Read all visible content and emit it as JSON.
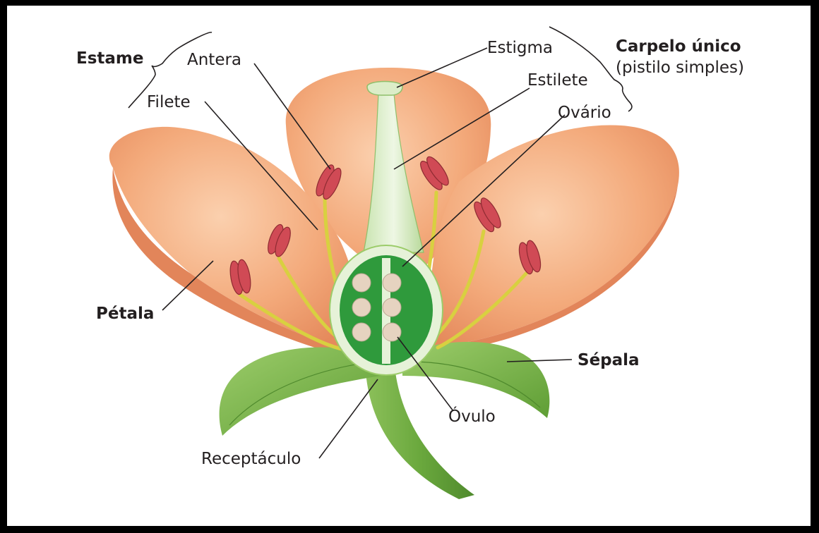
{
  "labels": {
    "estame": "Estame",
    "antera": "Antera",
    "filete": "Filete",
    "estigma": "Estigma",
    "estilete": "Estilete",
    "ovario": "Ovário",
    "carpelo_title": "Carpelo único",
    "carpelo_sub": "(pistilo simples)",
    "petala": "Pétala",
    "sepala": "Sépala",
    "ovulo": "Óvulo",
    "receptaculo": "Receptáculo"
  },
  "colors": {
    "frame": "#000000",
    "background": "#ffffff",
    "petal": "#f2a878",
    "petal_shadow": "#e2855a",
    "sepal": "#72b043",
    "stem": "#6aa83d",
    "ovary_wall": "#e6f2d8",
    "ovary_inner": "#2f9a3c",
    "ovule": "#e6d3c0",
    "anther": "#d04a55",
    "filament": "#d8d040",
    "text": "#231f20"
  }
}
